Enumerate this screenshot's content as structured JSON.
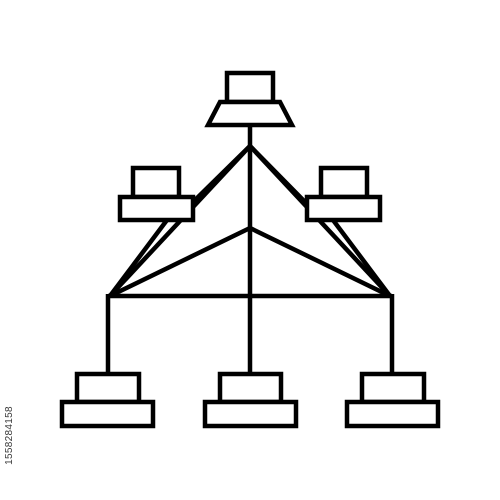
{
  "stock_id": "1558284158",
  "icon": "network-topology-icon",
  "colors": {
    "stroke": "#000000",
    "background": "#ffffff"
  },
  "nodes": [
    {
      "role": "root",
      "icon": "laptop-icon"
    },
    {
      "role": "mid-left",
      "icon": "computer-icon"
    },
    {
      "role": "mid-right",
      "icon": "computer-icon"
    },
    {
      "role": "bottom-left",
      "icon": "computer-icon"
    },
    {
      "role": "bottom-center",
      "icon": "computer-icon"
    },
    {
      "role": "bottom-right",
      "icon": "computer-icon"
    }
  ]
}
